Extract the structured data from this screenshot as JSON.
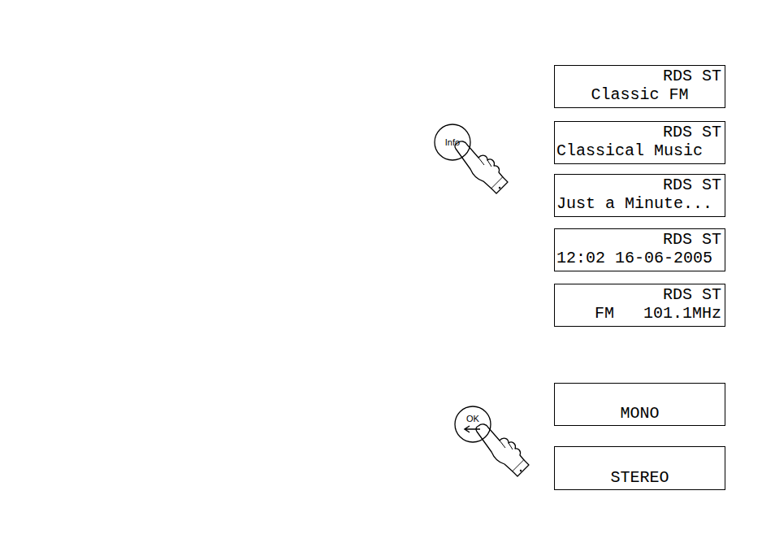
{
  "diagram": {
    "nodes": [
      {
        "text": [
          "RDS ST",
          "Classic FM"
        ]
      },
      {
        "text": [
          "Info"
        ]
      },
      {
        "text": [
          "RDS ST",
          "Classical Music"
        ]
      },
      {
        "text": [
          "RDS ST",
          "Just a Minute..."
        ]
      },
      {
        "text": [
          "RDS ST",
          "12:02 16-06-2005"
        ]
      },
      {
        "text": [
          "RDS ST",
          "FM   101.1MHz"
        ]
      },
      {
        "text": [
          "OK"
        ]
      },
      {
        "text": [
          "MONO"
        ]
      },
      {
        "text": [
          "STEREO"
        ]
      }
    ]
  }
}
